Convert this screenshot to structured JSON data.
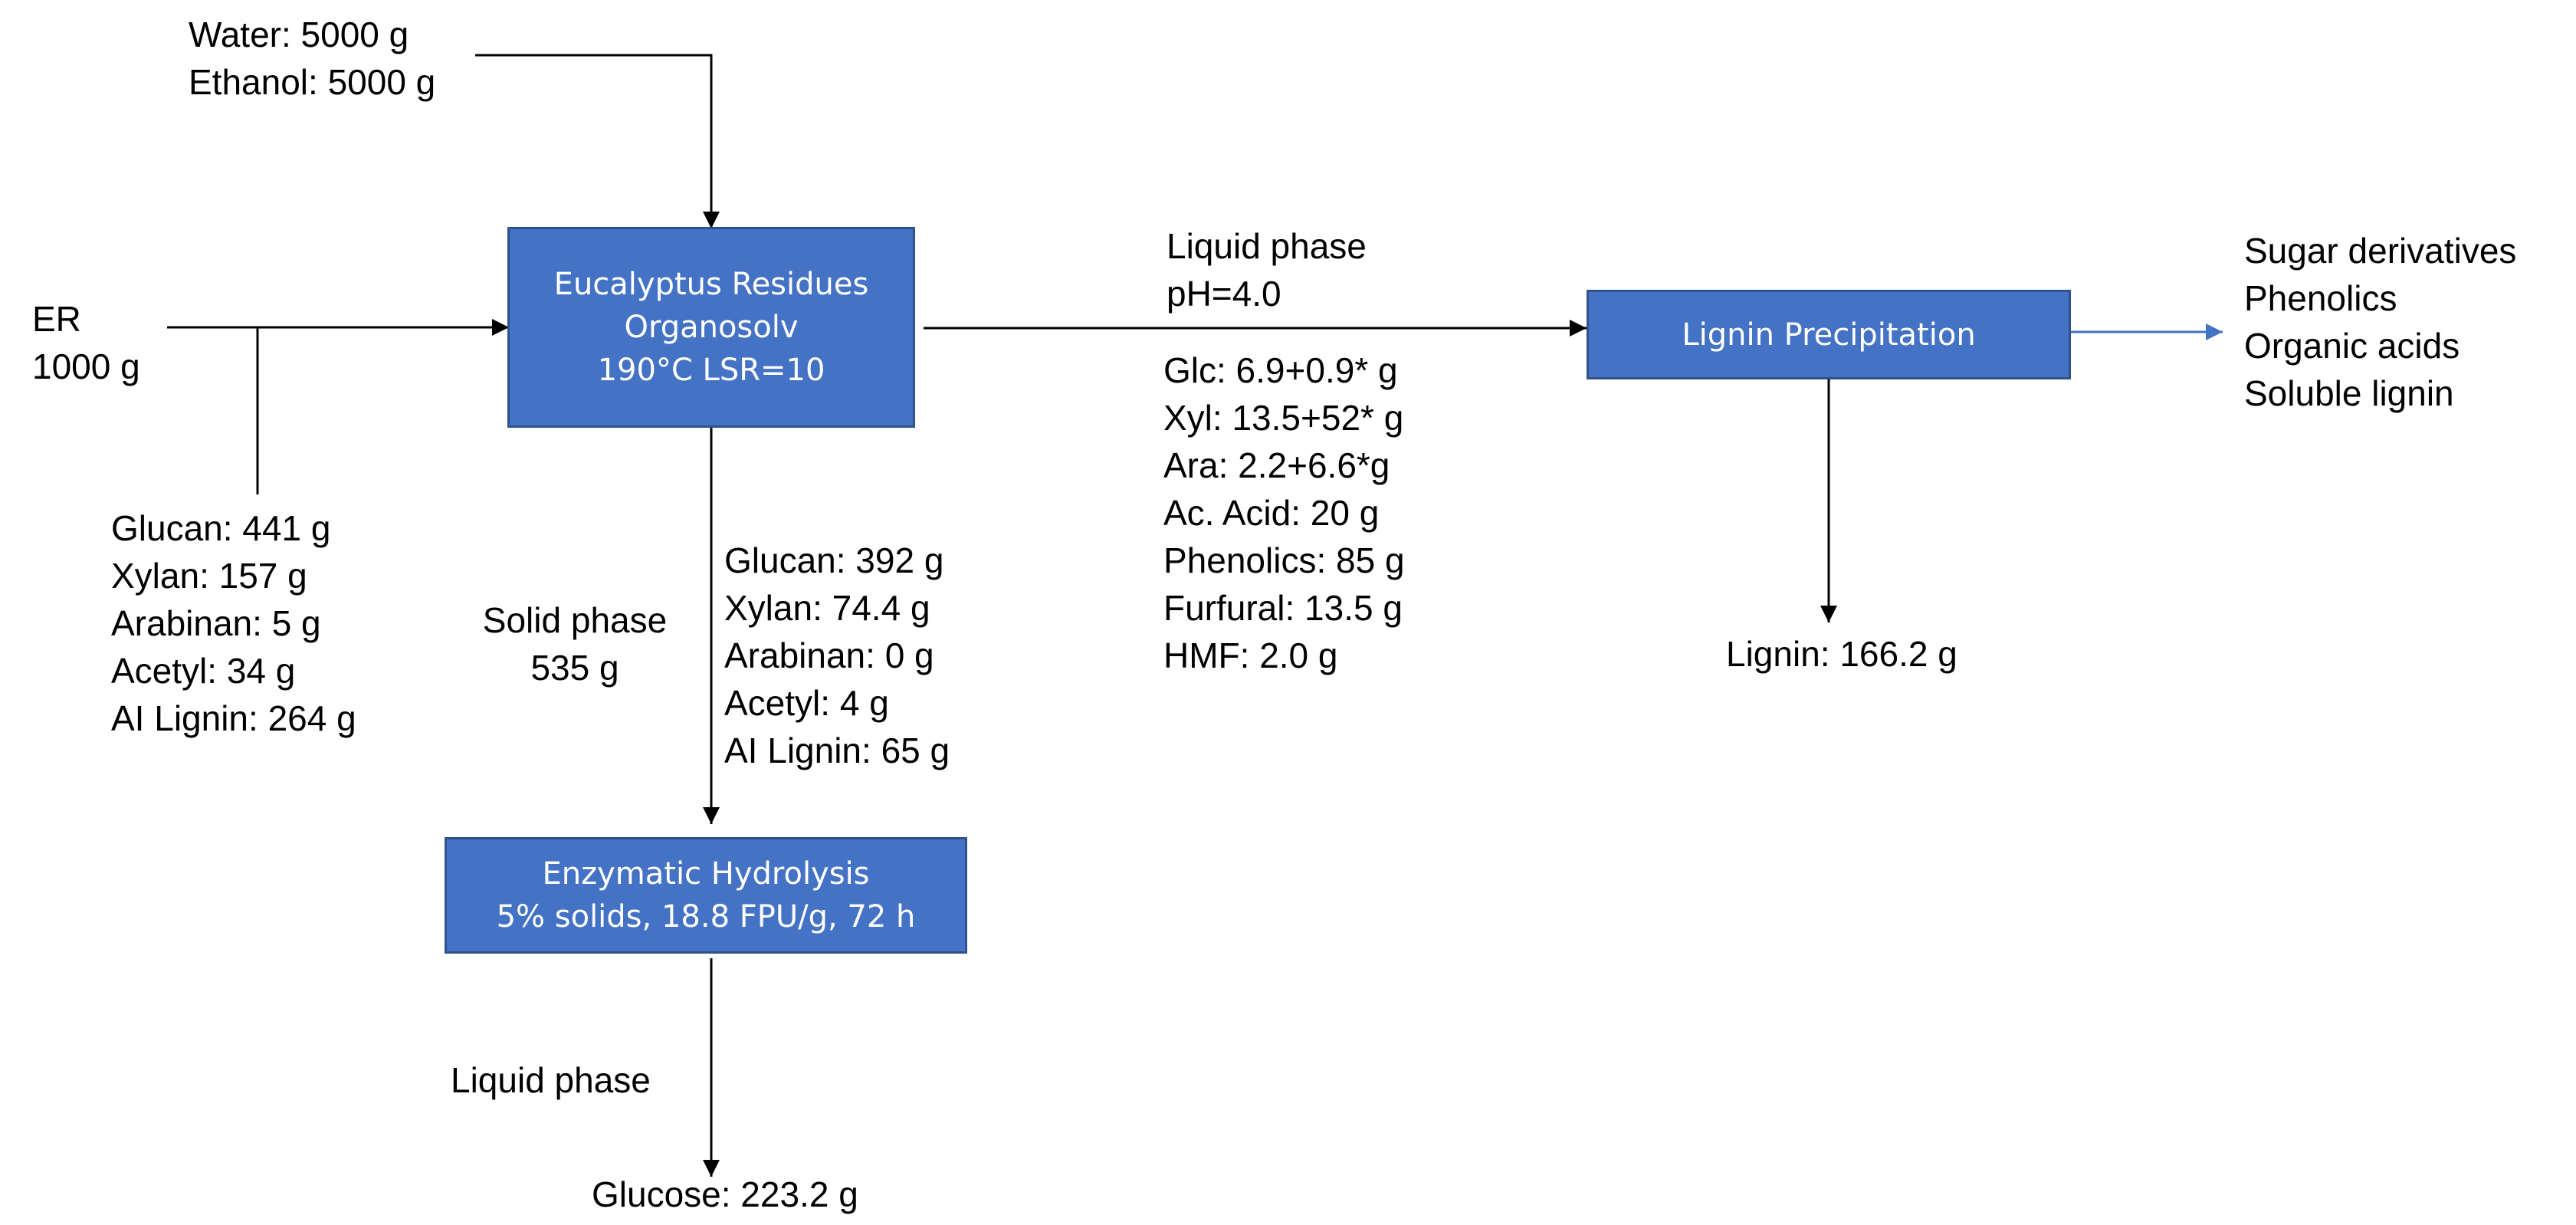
{
  "colors": {
    "box_fill": "#4472c4",
    "box_border": "#2f528f",
    "arrow_black": "#000000",
    "arrow_blue": "#4472c4"
  },
  "solvent": [
    "Water: 5000 g",
    "Ethanol: 5000 g"
  ],
  "feed": [
    "ER",
    "1000 g"
  ],
  "feed_composition": [
    "Glucan: 441 g",
    "Xylan: 157 g",
    "Arabinan: 5 g",
    "Acetyl: 34 g",
    "AI Lignin: 264 g"
  ],
  "organosolv_box": [
    "Eucalyptus Residues",
    "Organosolv",
    "190°C  LSR=10"
  ],
  "liquid_phase_label": [
    "Liquid phase",
    "pH=4.0"
  ],
  "liquid_composition": [
    "Glc: 6.9+0.9* g",
    "Xyl: 13.5+52* g",
    "Ara: 2.2+6.6*g",
    "Ac. Acid: 20 g",
    "Phenolics: 85 g",
    "Furfural: 13.5 g",
    "HMF: 2.0 g"
  ],
  "lignin_precipitation_box": [
    "Lignin Precipitation"
  ],
  "byproducts": [
    "Sugar derivatives",
    "Phenolics",
    "Organic acids",
    "Soluble lignin"
  ],
  "lignin_output": "Lignin: 166.2 g",
  "solid_phase_label": [
    "Solid phase",
    "535 g"
  ],
  "solid_composition": [
    "Glucan: 392 g",
    "Xylan: 74.4 g",
    "Arabinan: 0 g",
    "Acetyl: 4 g",
    "AI Lignin: 65 g"
  ],
  "hydrolysis_box": [
    "Enzymatic Hydrolysis",
    "5% solids, 18.8 FPU/g, 72 h"
  ],
  "hydrolysis_liquid_label": "Liquid phase",
  "glucose_output": "Glucose: 223.2 g"
}
